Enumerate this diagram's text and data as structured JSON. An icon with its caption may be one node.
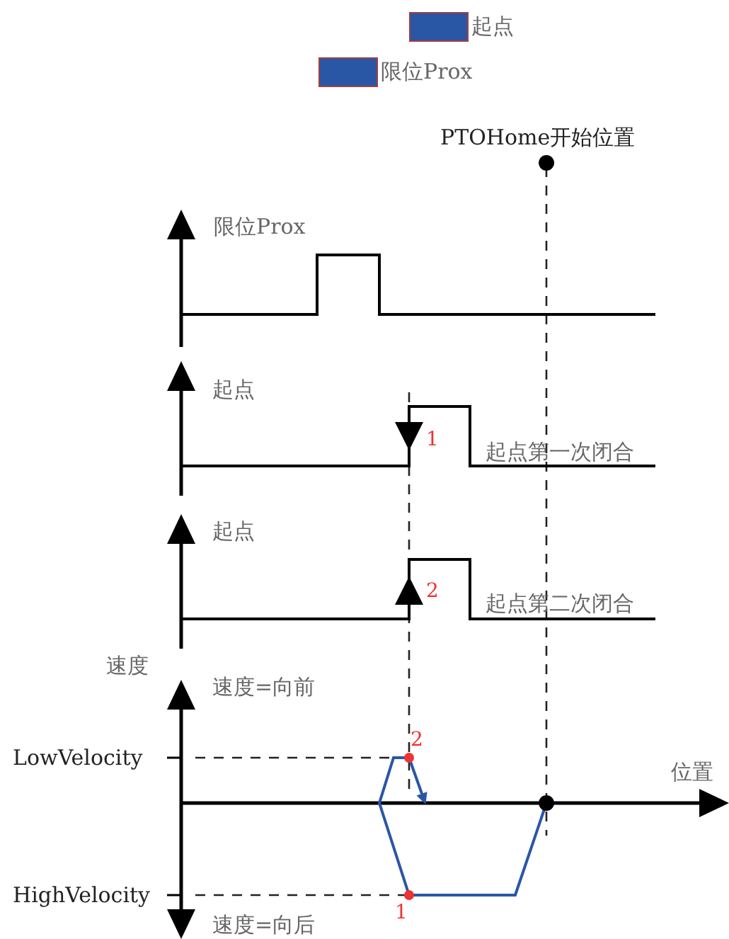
{
  "diagram": {
    "labels": [
      "PTOHome开始位置",
      "限位Prox",
      "起点",
      "1",
      "起点第一次闭合",
      "起点",
      "2",
      "起点第二次闭合",
      "速度",
      "速度=向前",
      "LowVelocity",
      "2",
      "位置",
      "HighVelocity",
      "1",
      "速度=向后"
    ],
    "legend": [
      {
        "text": "起点",
        "color": "#2a56a6"
      },
      {
        "text": "限位Prox",
        "color": "#2a56a6"
      }
    ]
  }
}
